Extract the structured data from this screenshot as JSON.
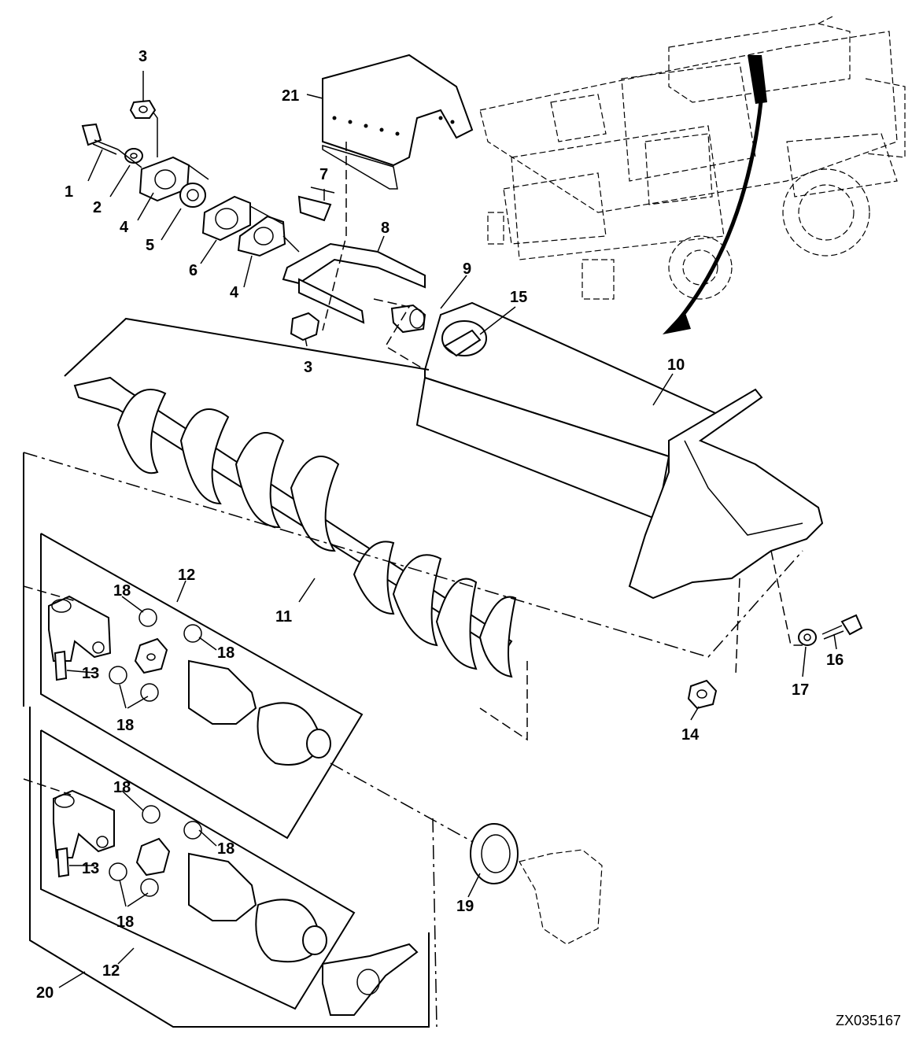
{
  "figure_id": "ZX035167",
  "callouts": [
    {
      "id": "c1",
      "label": "1"
    },
    {
      "id": "c2",
      "label": "2"
    },
    {
      "id": "c3a",
      "label": "3"
    },
    {
      "id": "c3b",
      "label": "3"
    },
    {
      "id": "c4a",
      "label": "4"
    },
    {
      "id": "c4b",
      "label": "4"
    },
    {
      "id": "c5",
      "label": "5"
    },
    {
      "id": "c6",
      "label": "6"
    },
    {
      "id": "c7",
      "label": "7"
    },
    {
      "id": "c8",
      "label": "8"
    },
    {
      "id": "c9",
      "label": "9"
    },
    {
      "id": "c10",
      "label": "10"
    },
    {
      "id": "c11",
      "label": "11"
    },
    {
      "id": "c12a",
      "label": "12"
    },
    {
      "id": "c12b",
      "label": "12"
    },
    {
      "id": "c13a",
      "label": "13"
    },
    {
      "id": "c13b",
      "label": "13"
    },
    {
      "id": "c14",
      "label": "14"
    },
    {
      "id": "c15",
      "label": "15"
    },
    {
      "id": "c16",
      "label": "16"
    },
    {
      "id": "c17",
      "label": "17"
    },
    {
      "id": "c18a",
      "label": "18"
    },
    {
      "id": "c18b",
      "label": "18"
    },
    {
      "id": "c18c",
      "label": "18"
    },
    {
      "id": "c18d",
      "label": "18"
    },
    {
      "id": "c18e",
      "label": "18"
    },
    {
      "id": "c18f",
      "label": "18"
    },
    {
      "id": "c19",
      "label": "19"
    },
    {
      "id": "c20",
      "label": "20"
    },
    {
      "id": "c21",
      "label": "21"
    }
  ]
}
